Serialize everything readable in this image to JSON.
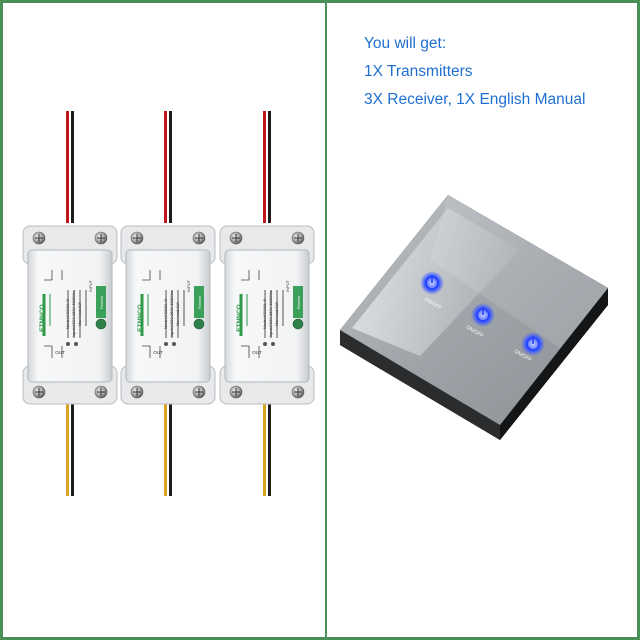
{
  "caption": {
    "heading": "You will get:",
    "line1": "1X Transmitters",
    "line2": "3X Receiver, 1X English Manual"
  },
  "receiver": {
    "brand": "ETNNCO",
    "model": "Model:KS220L-D",
    "rating": "Input:AC90-250V 50/60Hz",
    "load": "Max load:10A",
    "input_label": "INPUT",
    "output_label": "OUT",
    "learn_label": "Receiver"
  },
  "panel": {
    "button_label": "ON/OFF"
  },
  "colors": {
    "border": "#4a8f58",
    "caption": "#1f6fd1",
    "panel_glass": "#9ea3a8",
    "touch_glow": "#3d5bff",
    "wire_red": "#c0171c",
    "wire_black": "#1d1d1d",
    "wire_yellow": "#d9a520"
  }
}
